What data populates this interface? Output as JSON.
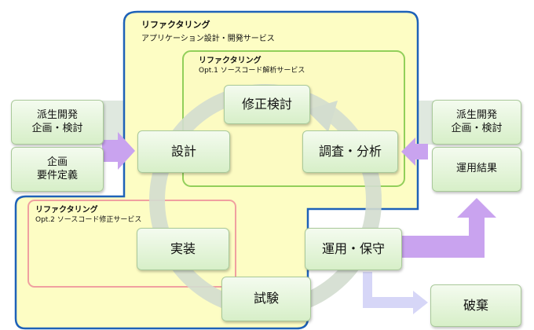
{
  "groups": {
    "outer": {
      "title": "リファクタリング",
      "subtitle": "アプリケーション設計・開発サービス"
    },
    "opt1": {
      "title": "リファクタリング",
      "subtitle": "Opt.1 ソースコード解析サービス"
    },
    "opt2": {
      "title": "リファクタリング",
      "subtitle": "Opt.2 ソースコード修正サービス"
    }
  },
  "left_inputs": {
    "derived": {
      "line1": "派生開発",
      "line2": "企画・検討"
    },
    "planning": {
      "line1": "企画",
      "line2": "要件定義"
    }
  },
  "right_inputs": {
    "derived": {
      "line1": "派生開発",
      "line2": "企画・検討"
    },
    "results": {
      "label": "運用結果"
    }
  },
  "cycle": {
    "revision": "修正検討",
    "investigation": "調査・分析",
    "design": "設計",
    "implementation": "実装",
    "testing": "試験",
    "operation": "運用・保守"
  },
  "disposal": {
    "label": "破棄"
  },
  "colors": {
    "outer_fill": "#fdfdc4",
    "outer_border": "#1e62b8",
    "opt1_border": "#92cf5a",
    "opt2_border": "#f0a0a0",
    "box_fill": "#e3f3d8",
    "arrow_purple": "#c9a3ef",
    "arrow_light": "#d6d6f7",
    "cycle_arrow": "#d3ddcf"
  }
}
